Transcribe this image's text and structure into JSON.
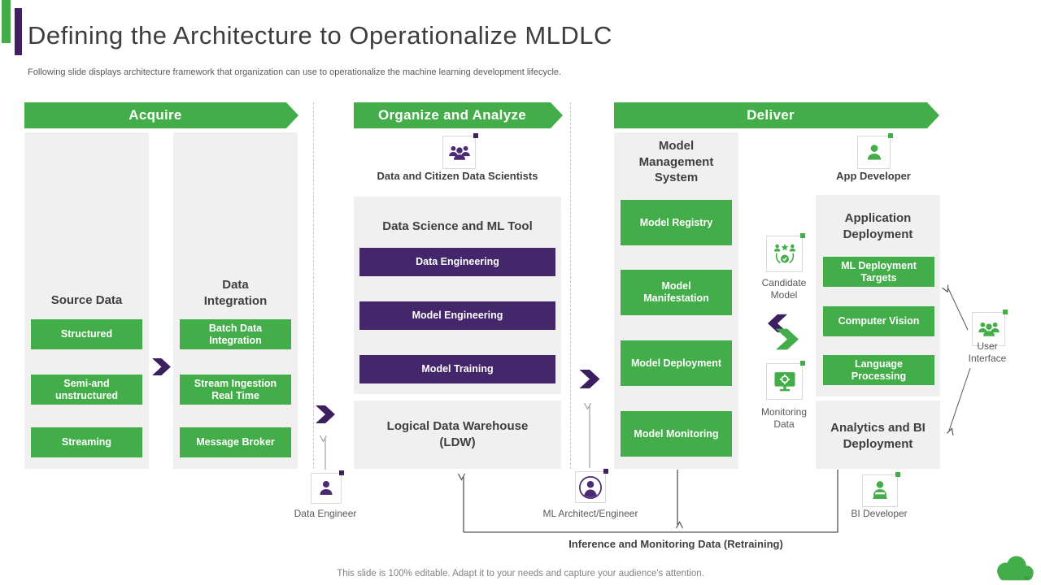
{
  "slide": {
    "title": "Defining the Architecture to Operationalize MLDLC",
    "subtitle": "Following slide displays architecture framework that organization can use to operationalize the machine learning development lifecycle.",
    "footer": "This slide is 100% editable. Adapt it to your needs and capture your audience's attention."
  },
  "colors": {
    "green": "#43ad49",
    "purple_button": "#44266a",
    "purple_chevron": "#3b1f5f",
    "purple_icon": "#4b2a74",
    "box_gray": "#f0f0f1",
    "text_dark": "#3f3f3f",
    "text_gray": "#595959"
  },
  "banners": {
    "acquire": "Acquire",
    "organize": "Organize and Analyze",
    "deliver": "Deliver"
  },
  "source_data": {
    "title": "Source Data",
    "buttons": [
      "Structured",
      "Semi-and unstructured",
      "Streaming"
    ]
  },
  "data_integration": {
    "title": "Data Integration",
    "buttons": [
      "Batch Data Integration",
      "Stream Ingestion Real Time",
      "Message Broker"
    ]
  },
  "data_science": {
    "title": "Data Science and ML Tool",
    "buttons": [
      "Data Engineering",
      "Model Engineering",
      "Model Training"
    ]
  },
  "ldw": {
    "title": "Logical Data Warehouse (LDW)"
  },
  "model_management": {
    "title": "Model Management System",
    "buttons": [
      "Model Registry",
      "Model Manifestation",
      "Model Deployment",
      "Model Monitoring"
    ]
  },
  "application_deployment": {
    "title": "Application Deployment",
    "buttons": [
      "ML Deployment Targets",
      "Computer Vision",
      "Language Processing"
    ]
  },
  "analytics": {
    "title": "Analytics and BI Deployment"
  },
  "actors": {
    "scientists": "Data and Citizen Data Scientists",
    "app_developer": "App Developer",
    "candidate_model": "Candidate Model",
    "monitoring_data": "Monitoring Data",
    "user_interface": "User Interface",
    "data_engineer": "Data Engineer",
    "ml_architect": "ML Architect/Engineer",
    "bi_developer": "BI Developer"
  },
  "annotations": {
    "retraining": "Inference and Monitoring Data (Retraining)"
  }
}
